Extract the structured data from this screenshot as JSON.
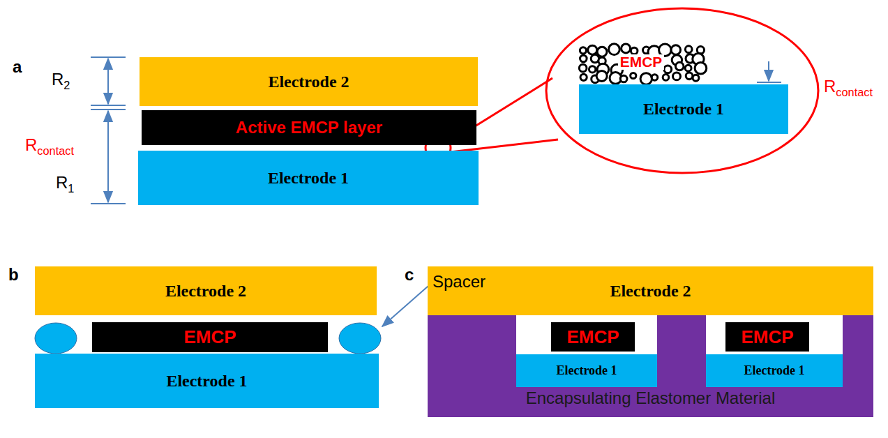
{
  "diagram": {
    "nodes": [
      {
        "text": [
          "Electrode 2"
        ]
      },
      {
        "text": [
          "Active EMCP layer"
        ]
      },
      {
        "text": [
          "Electrode 1"
        ]
      },
      {
        "text": [
          "EMCP"
        ]
      },
      {
        "text": [
          "Electrode 1"
        ]
      },
      {
        "text": [
          "Electrode 2"
        ]
      },
      {
        "text": [
          "EMCP"
        ]
      },
      {
        "text": [
          "Electrode 1"
        ]
      },
      {
        "text": [
          "Electrode 2"
        ]
      },
      {
        "text": [
          "Encapsulating Elastomer Material"
        ]
      },
      {
        "text": [
          "EMCP"
        ],
        "in": 9
      },
      {
        "text": [
          "Electrode 1"
        ],
        "in": 9
      },
      {
        "text": [
          "EMCP"
        ],
        "in": 9
      },
      {
        "text": [
          "Electrode 1"
        ],
        "in": 9
      }
    ],
    "labels": [
      "a",
      "R2",
      "Rcontact",
      "R1",
      "Rcontact",
      "b",
      "Spacer",
      "c"
    ]
  }
}
